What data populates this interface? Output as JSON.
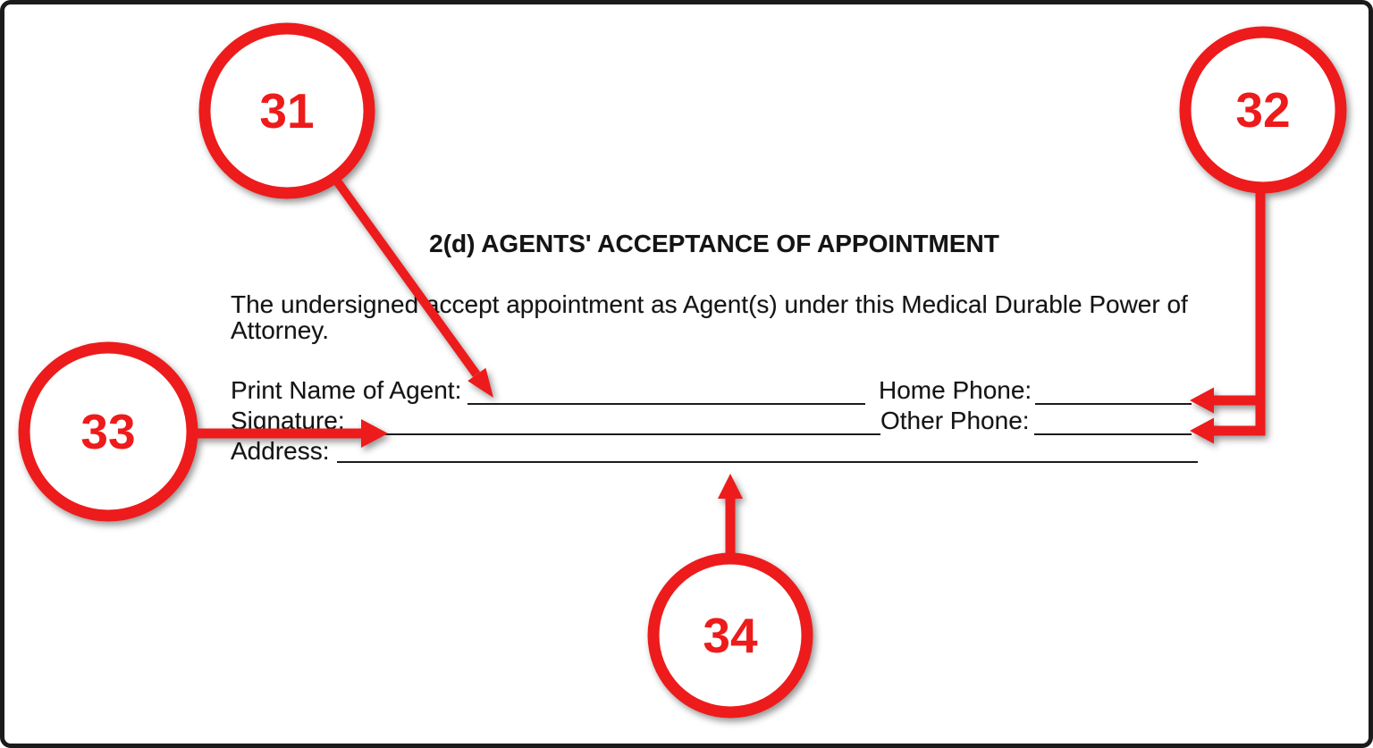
{
  "document": {
    "section_title": "2(d) AGENTS' ACCEPTANCE OF APPOINTMENT",
    "paragraph_lines": [
      "The undersigned accept appointment as Agent(s) under this Medical Durable Power of",
      "Attorney."
    ],
    "fields": {
      "print_name_label": "Print Name of Agent:",
      "home_phone_label": "Home Phone:",
      "signature_label": "Signature:",
      "other_phone_label": "Other Phone:",
      "address_label": "Address:"
    }
  },
  "annotations": {
    "accent_color": "#ed1b1b",
    "callouts": [
      {
        "number": "31",
        "points_to": "Print Name of Agent blank line"
      },
      {
        "number": "32",
        "points_to": "Home Phone and Other Phone blank lines"
      },
      {
        "number": "33",
        "points_to": "Signature blank line"
      },
      {
        "number": "34",
        "points_to": "Address blank line"
      }
    ]
  }
}
